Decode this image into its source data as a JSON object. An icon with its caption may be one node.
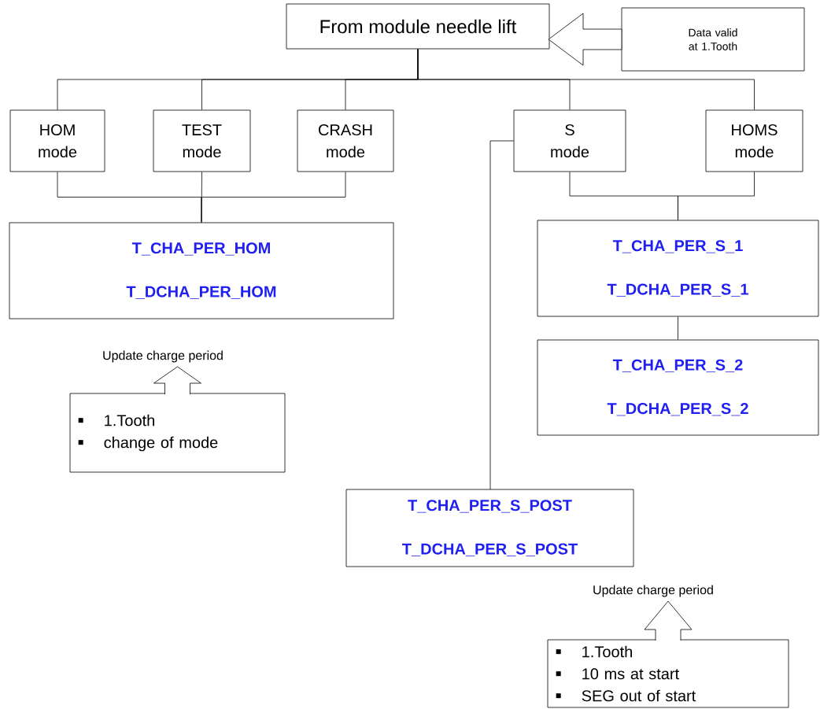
{
  "diagram": {
    "nodes": [
      {
        "text": [
          "From module needle lift"
        ]
      },
      {
        "text": [
          "Data valid at 1.Tooth"
        ]
      },
      {
        "text": [
          "HOM mode"
        ]
      },
      {
        "text": [
          "TEST mode"
        ]
      },
      {
        "text": [
          "CRASH mode"
        ]
      },
      {
        "text": [
          "S mode"
        ]
      },
      {
        "text": [
          "HOMS mode"
        ]
      },
      {
        "text": [
          "T_CHA_PER_HOM",
          "T_DCHA_PER_HOM"
        ]
      },
      {
        "text": [
          "T_CHA_PER_S_1",
          "T_DCHA_PER_S_1"
        ]
      },
      {
        "text": [
          "Update charge period"
        ]
      },
      {
        "text": [
          "T_CHA_PER_S_2",
          "T_DCHA_PER_S_2"
        ]
      },
      {
        "text": [
          "1.Tooth",
          "change of mode"
        ]
      },
      {
        "text": [
          "T_CHA_PER_S_POST",
          "T_DCHA_PER_S_POST"
        ]
      },
      {
        "text": [
          "Update charge period"
        ]
      },
      {
        "text": [
          "1.Tooth",
          "10 ms at start",
          "SEG out of start"
        ]
      }
    ],
    "edges": [
      {
        "from": 0,
        "to": 2,
        "arrow": "none"
      },
      {
        "from": 0,
        "to": 3,
        "arrow": "none"
      },
      {
        "from": 0,
        "to": 4,
        "arrow": "none"
      },
      {
        "from": 0,
        "to": 5,
        "arrow": "none"
      },
      {
        "from": 0,
        "to": 6,
        "arrow": "none"
      },
      {
        "from": 2,
        "to": 7,
        "arrow": "none"
      },
      {
        "from": 3,
        "to": 7,
        "arrow": "none"
      },
      {
        "from": 4,
        "to": 7,
        "arrow": "none"
      },
      {
        "from": 5,
        "to": 8,
        "arrow": "none"
      },
      {
        "from": 6,
        "to": 8,
        "arrow": "none"
      },
      {
        "from": 8,
        "to": 10,
        "arrow": "none"
      },
      {
        "from": 5,
        "to": 12,
        "arrow": "none"
      },
      {
        "from": 1,
        "to": 0,
        "arrow": "to"
      },
      {
        "from": 11,
        "to": 9,
        "arrow": "to"
      },
      {
        "from": 14,
        "to": 13,
        "arrow": "to"
      }
    ]
  }
}
